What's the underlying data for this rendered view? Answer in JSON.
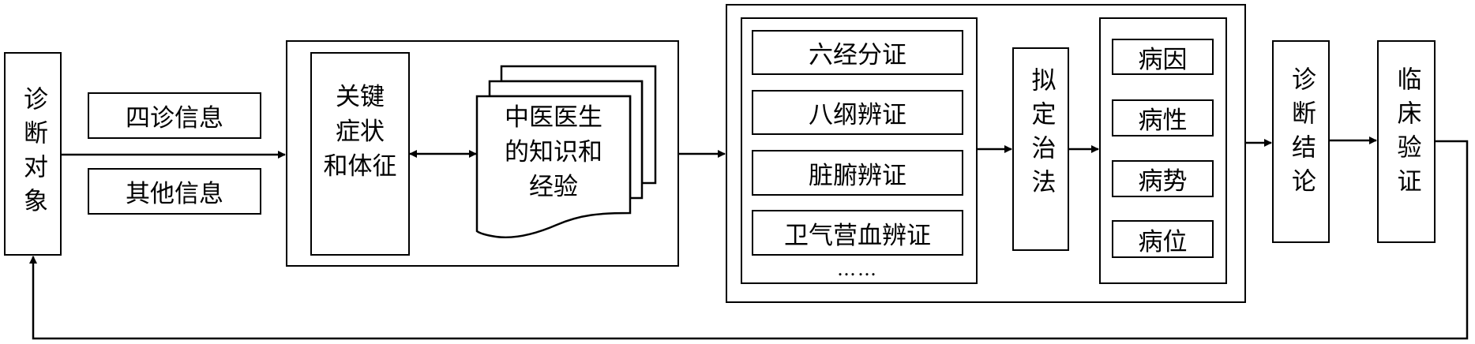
{
  "diagram": {
    "title": "",
    "nodes": {
      "diagnosis_object": {
        "label": "诊断对象"
      },
      "four_diagnosis_info": {
        "label": "四诊信息"
      },
      "other_info": {
        "label": "其他信息"
      },
      "key_symptoms": {
        "lines": [
          "关键",
          "症状",
          "和体征"
        ]
      },
      "doctor_knowledge": {
        "lines": [
          "中医医生",
          "的知识和",
          "经验"
        ]
      },
      "syndrome_methods": {
        "items": [
          "六经分证",
          "八纲辨证",
          "脏腑辨证",
          "卫气营血辨证"
        ],
        "ellipsis": "……"
      },
      "treatment_method": {
        "label": "拟定治法"
      },
      "disease_aspects": {
        "items": [
          "病因",
          "病性",
          "病势",
          "病位"
        ]
      },
      "diagnosis_conclusion": {
        "label": "诊断结论"
      },
      "clinical_verification": {
        "label": "临床验证"
      }
    },
    "edges": [
      {
        "from": "diagnosis_object",
        "to": "analysis_group",
        "type": "arrow"
      },
      {
        "from": "key_symptoms",
        "to": "doctor_knowledge",
        "type": "double-arrow"
      },
      {
        "from": "analysis_group",
        "to": "differentiation_group",
        "type": "arrow"
      },
      {
        "from": "syndrome_methods",
        "to": "treatment_method",
        "type": "arrow"
      },
      {
        "from": "treatment_method",
        "to": "disease_aspects",
        "type": "arrow"
      },
      {
        "from": "differentiation_group",
        "to": "diagnosis_conclusion",
        "type": "arrow"
      },
      {
        "from": "diagnosis_conclusion",
        "to": "clinical_verification",
        "type": "arrow"
      },
      {
        "from": "clinical_verification",
        "to": "diagnosis_object",
        "type": "feedback-arrow"
      }
    ],
    "colors": {
      "stroke": "#000000",
      "background": "#ffffff"
    }
  }
}
